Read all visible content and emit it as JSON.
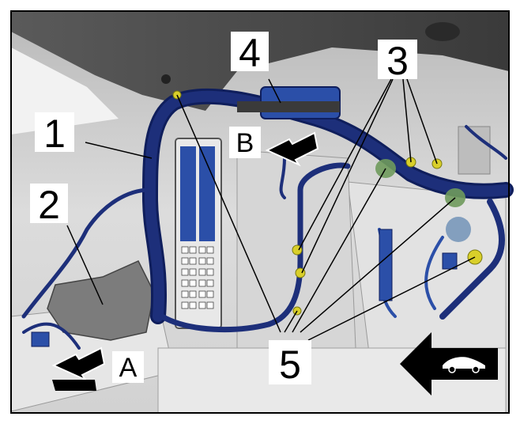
{
  "callouts": {
    "c1": "1",
    "c2": "2",
    "c3": "3",
    "c4": "4",
    "c5": "5"
  },
  "view_arrows": {
    "a": "A",
    "b": "B"
  },
  "icons": {
    "direction": "front-of-car-direction-arrow-icon",
    "view_arrow": "view-direction-arrow-icon"
  },
  "colors": {
    "harness_blue": "#1d2f7a",
    "connector_blue": "#2b4fa8",
    "tape_green": "#6f9a5c",
    "tie_yellow": "#d9cf2a",
    "cover_gray": "#7c7c7c",
    "body_gray": "#cfcfcf",
    "frame_black": "#000000"
  }
}
